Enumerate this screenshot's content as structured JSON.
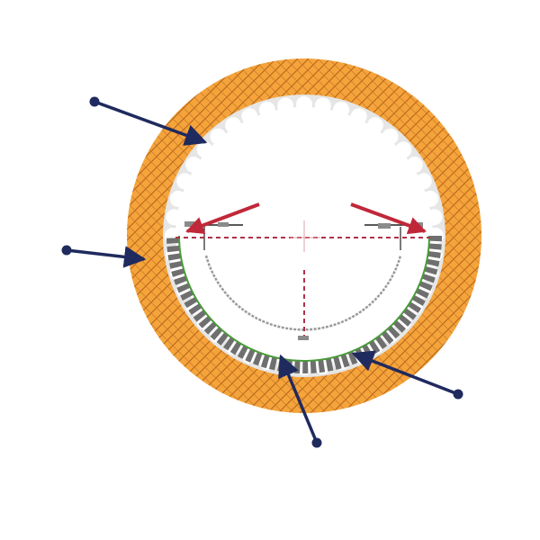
{
  "diagram": {
    "colors": {
      "outer_ring": "#f4a43a",
      "outer_ring_hatch": "#b8651a",
      "liner": "#e6e6e6",
      "interior": "#ffffff",
      "lower_band": "#6f6f6f",
      "green_line": "#4a9a3a",
      "callout": "#1f2a5e",
      "red_arrow": "#c0283a",
      "axis_dash": "#b03048",
      "inner_arc": "#9a9a9a"
    },
    "callouts": [
      {
        "name": "callout-outer-ring"
      },
      {
        "name": "callout-liner-left"
      },
      {
        "name": "callout-bottom-band"
      },
      {
        "name": "callout-right-band"
      }
    ]
  }
}
